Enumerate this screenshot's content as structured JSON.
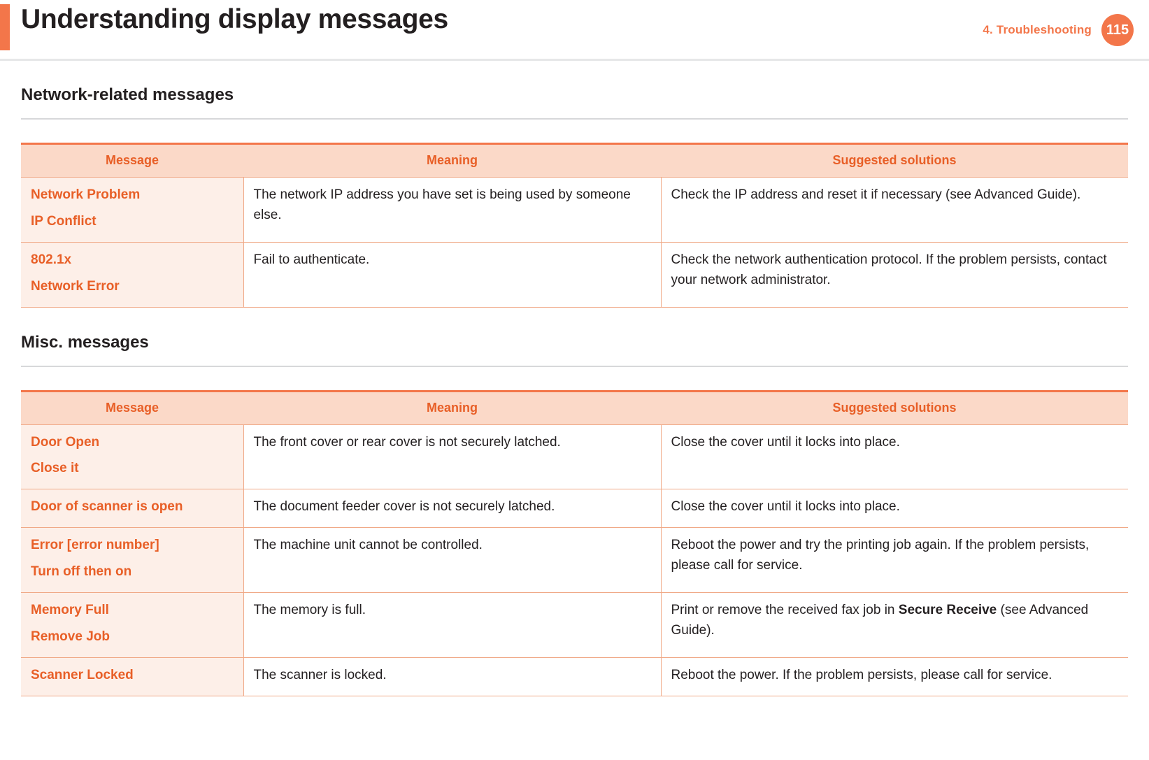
{
  "header": {
    "title": "Understanding display messages",
    "chapter": "4.  Troubleshooting",
    "page_number": "115"
  },
  "sections": [
    {
      "heading": "Network-related messages",
      "table": {
        "columns": [
          "Message",
          "Meaning",
          "Suggested solutions"
        ],
        "rows": [
          {
            "message_lines": [
              "Network Problem",
              "IP Conflict"
            ],
            "meaning": "The network IP address you have set is being used by someone else.",
            "solution_pre": "Check the IP address and reset it if necessary (see Advanced Guide).",
            "solution_bold": "",
            "solution_post": ""
          },
          {
            "message_lines": [
              "802.1x",
              "Network Error"
            ],
            "meaning": "Fail to authenticate.",
            "solution_pre": "Check the network authentication protocol. If the problem persists, contact your network administrator.",
            "solution_bold": "",
            "solution_post": ""
          }
        ]
      }
    },
    {
      "heading": "Misc. messages",
      "table": {
        "columns": [
          "Message",
          "Meaning",
          "Suggested solutions"
        ],
        "rows": [
          {
            "message_lines": [
              "Door Open",
              "Close it"
            ],
            "meaning": "The front cover or rear cover is not securely latched.",
            "solution_pre": "Close the cover until it locks into place.",
            "solution_bold": "",
            "solution_post": ""
          },
          {
            "message_lines": [
              "Door of scanner is open"
            ],
            "meaning": "The document feeder cover is not securely latched.",
            "solution_pre": "Close the cover until it locks into place.",
            "solution_bold": "",
            "solution_post": ""
          },
          {
            "message_lines": [
              "Error [error number]",
              "Turn off then on"
            ],
            "meaning": "The machine unit cannot be controlled.",
            "solution_pre": "Reboot the power and try the printing job again. If the problem persists, please call for service.",
            "solution_bold": "",
            "solution_post": ""
          },
          {
            "message_lines": [
              "Memory Full",
              "Remove Job"
            ],
            "meaning": "The memory is full.",
            "solution_pre": "Print or remove the received fax job in ",
            "solution_bold": "Secure Receive",
            "solution_post": " (see Advanced Guide)."
          },
          {
            "message_lines": [
              "Scanner Locked"
            ],
            "meaning": "The scanner is locked.",
            "solution_pre": "Reboot the power. If the problem persists, please call for service.",
            "solution_bold": "",
            "solution_post": ""
          }
        ]
      }
    }
  ],
  "colors": {
    "accent": "#f3764a",
    "message_text": "#e85f27",
    "header_fill": "#fbd9c8",
    "row_fill": "#fdefe8"
  }
}
